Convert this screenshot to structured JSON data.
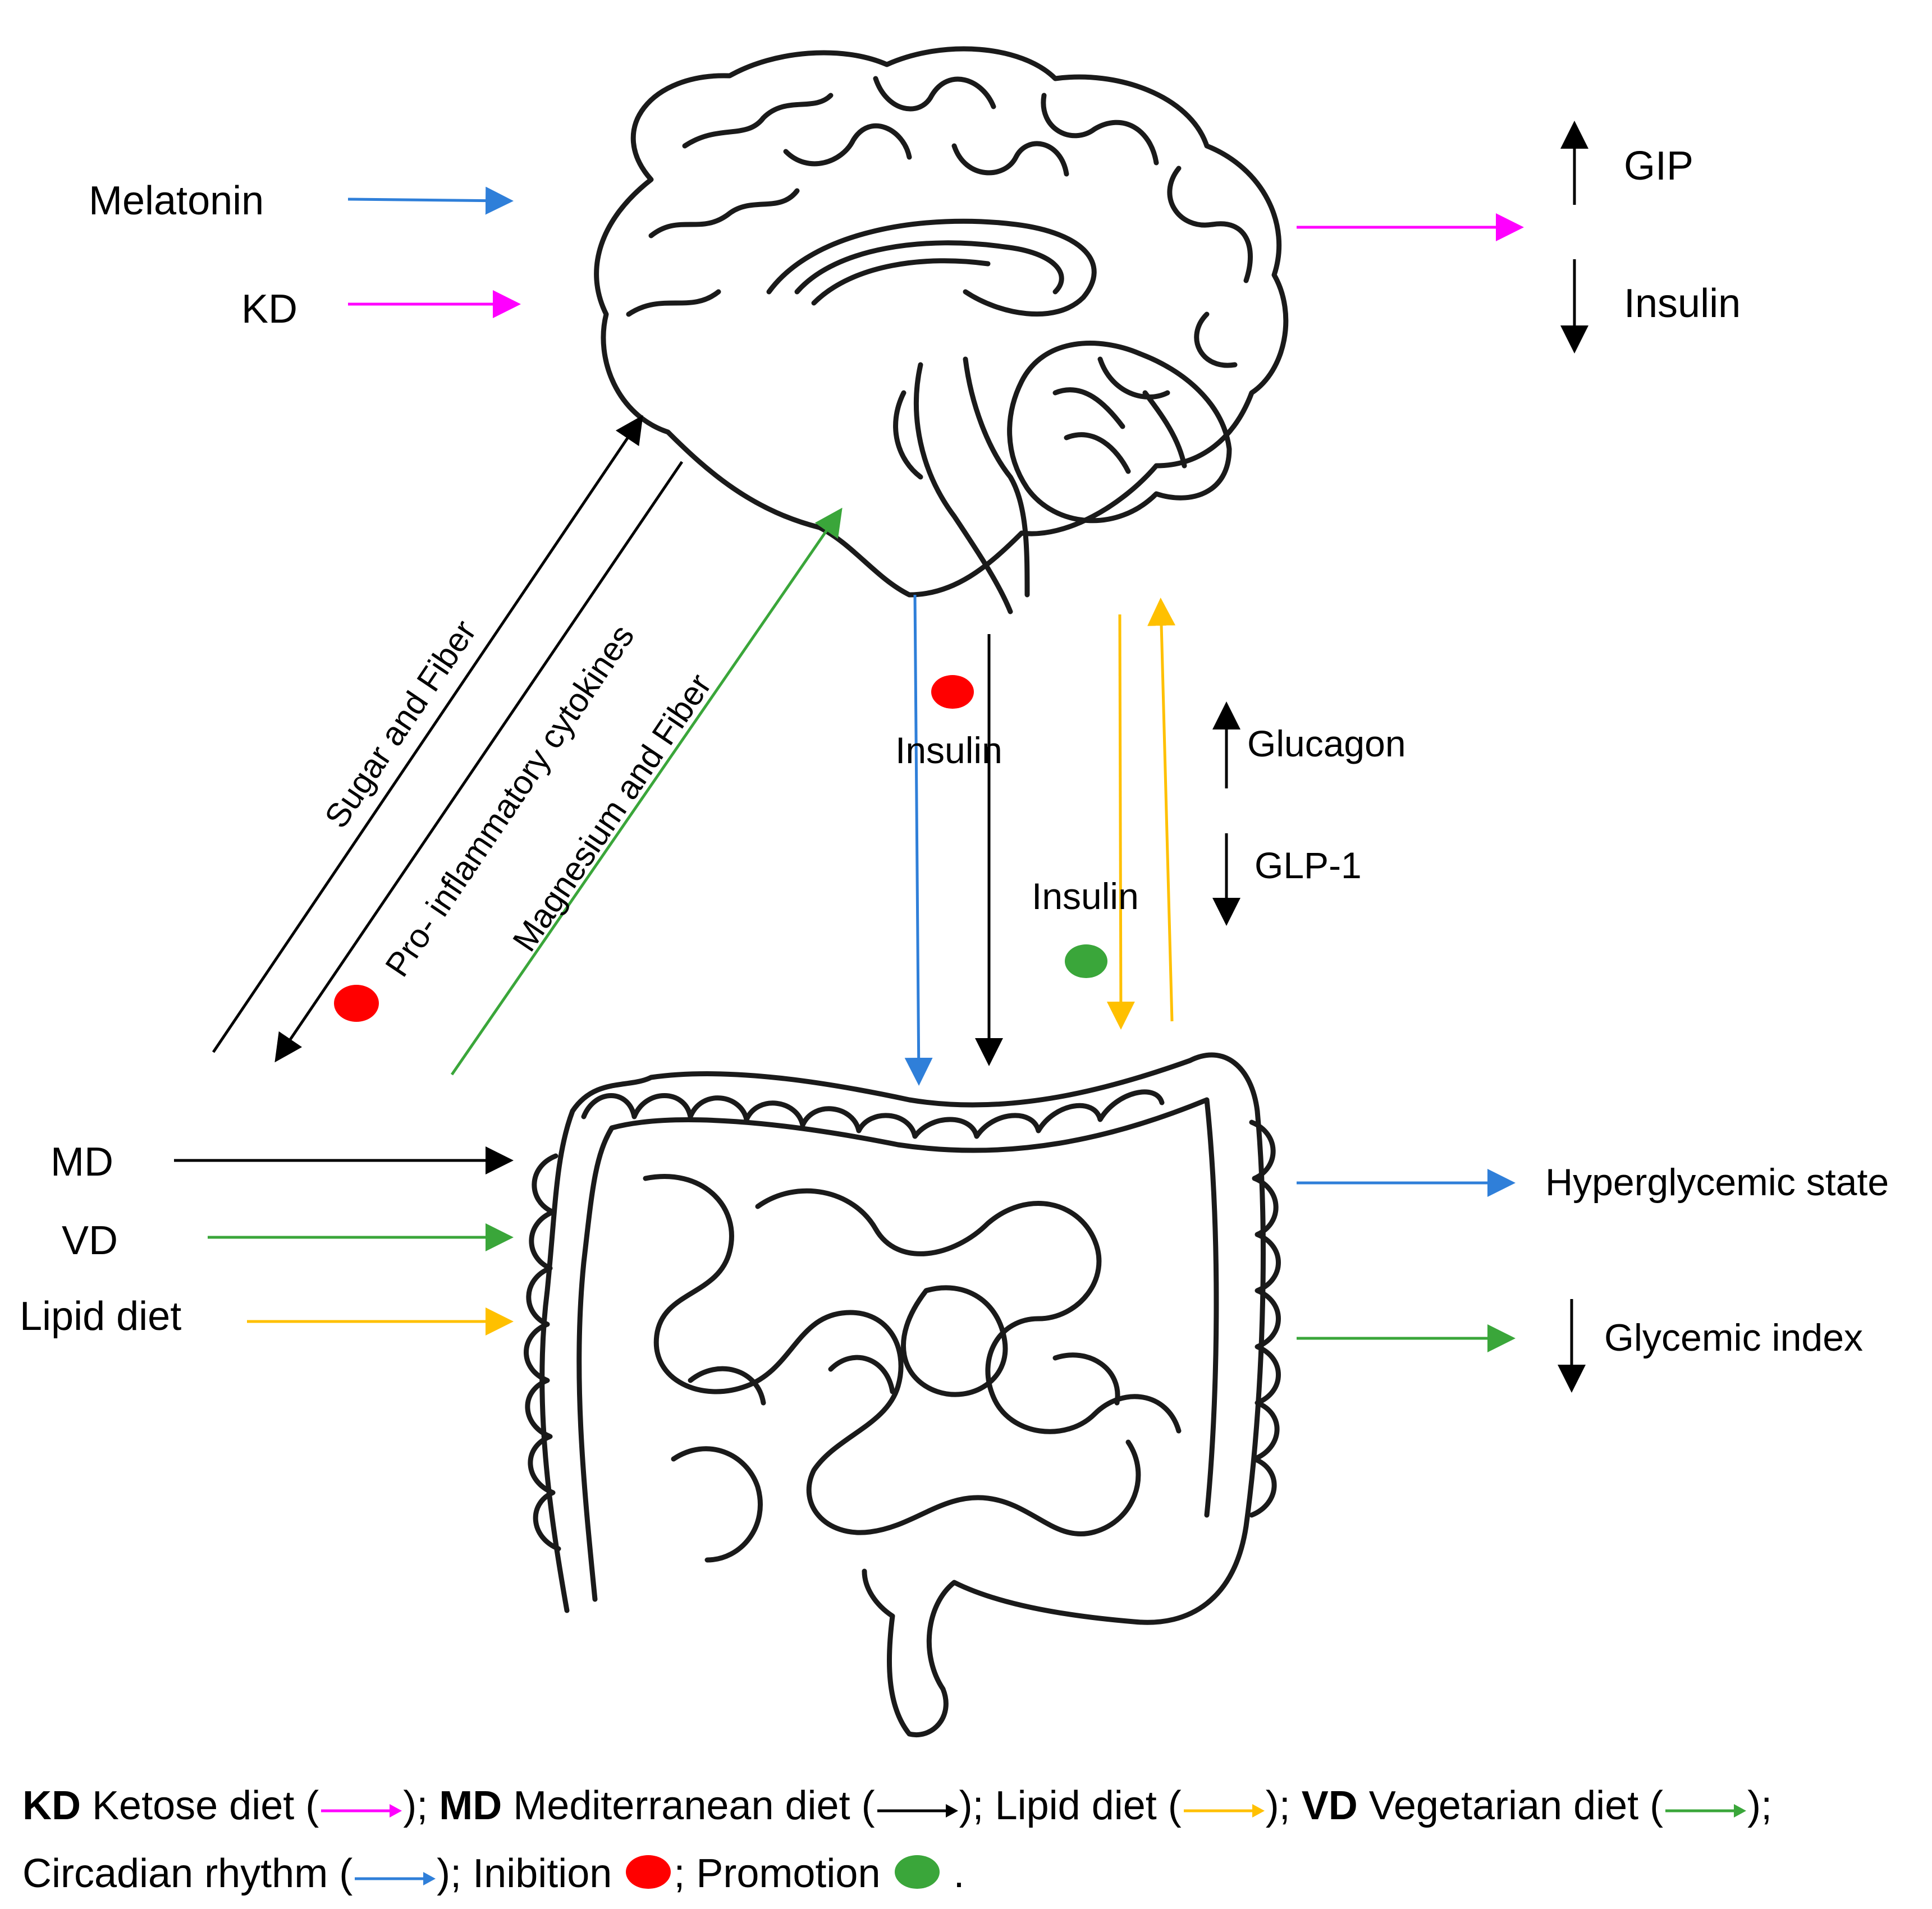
{
  "colors": {
    "ketose": "#ff00ff",
    "mediterranean": "#000000",
    "lipid": "#ffc000",
    "vegetarian": "#3aa63a",
    "circadian": "#2f7fd9",
    "inhibition": "#ff0000",
    "promotion": "#3aa63a"
  },
  "icons": [
    "brain-icon",
    "intestine-icon",
    "inhibition-dot-icon",
    "promotion-dot-icon"
  ],
  "brain_inputs": {
    "melatonin": "Melatonin",
    "kd": "KD"
  },
  "brain_outputs": {
    "gip": "GIP",
    "insulin": "Insulin"
  },
  "axis_left": {
    "sugar_fiber": "Sugar and Fiber",
    "cytokines": "Pro- inflammatory cytokines",
    "magnesium_fiber": "Magnesium and Fiber"
  },
  "axis_center": {
    "insulin_inhibited": "Insulin",
    "insulin_promoted": "Insulin",
    "glucagon": "Glucagon",
    "glp1": "GLP-1"
  },
  "gut_inputs": {
    "md": "MD",
    "vd": "VD",
    "lipid": "Lipid diet"
  },
  "gut_outputs": {
    "hyperglycemic": "Hyperglycemic state",
    "glycemic_index": "Glycemic index"
  },
  "legend": {
    "kd_abbr": "KD",
    "kd_text": "Ketose diet (",
    "sep1": "); ",
    "md_abbr": "MD",
    "md_text": "Mediterranean diet (",
    "sep2": "); Lipid diet (",
    "sep3": "); ",
    "vd_abbr": "VD",
    "vd_text": "Vegetarian diet (",
    "sep4": "); Circadian rhythm (",
    "sep5": "); Inibition",
    "sep6": "; Promotion",
    "end": "."
  }
}
